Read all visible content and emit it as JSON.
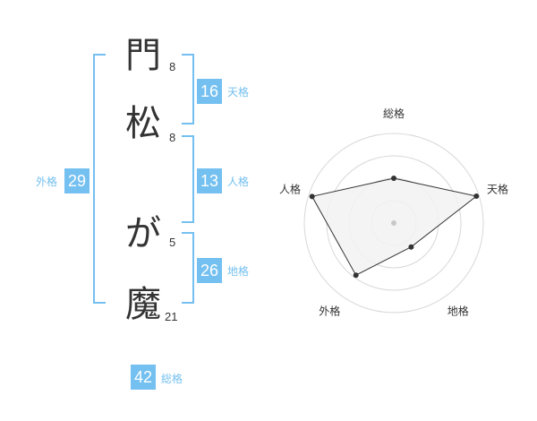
{
  "colors": {
    "accent": "#74c0f0",
    "char_text": "#333333",
    "badge_text": "#ffffff",
    "radar_ring": "#d8d8d8",
    "radar_fill": "#f2f2f2",
    "radar_line": "#333333"
  },
  "name": {
    "chars": [
      {
        "char": "門",
        "strokes": "8"
      },
      {
        "char": "松",
        "strokes": "8"
      },
      {
        "char": "が",
        "strokes": "5"
      },
      {
        "char": "魔",
        "strokes": "21"
      }
    ]
  },
  "fortunes": {
    "tenkaku": {
      "value": "16",
      "label": "天格"
    },
    "jinkaku": {
      "value": "13",
      "label": "人格"
    },
    "chikaku": {
      "value": "26",
      "label": "地格"
    },
    "gaikaku": {
      "value": "29",
      "label": "外格"
    },
    "soukaku": {
      "value": "42",
      "label": "総格"
    }
  },
  "chart_data": {
    "type": "radar",
    "axes": [
      "総格",
      "天格",
      "地格",
      "外格",
      "人格"
    ],
    "values": [
      0.5,
      0.97,
      0.33,
      0.72,
      0.96
    ],
    "max": 1.0,
    "rings": 4
  }
}
